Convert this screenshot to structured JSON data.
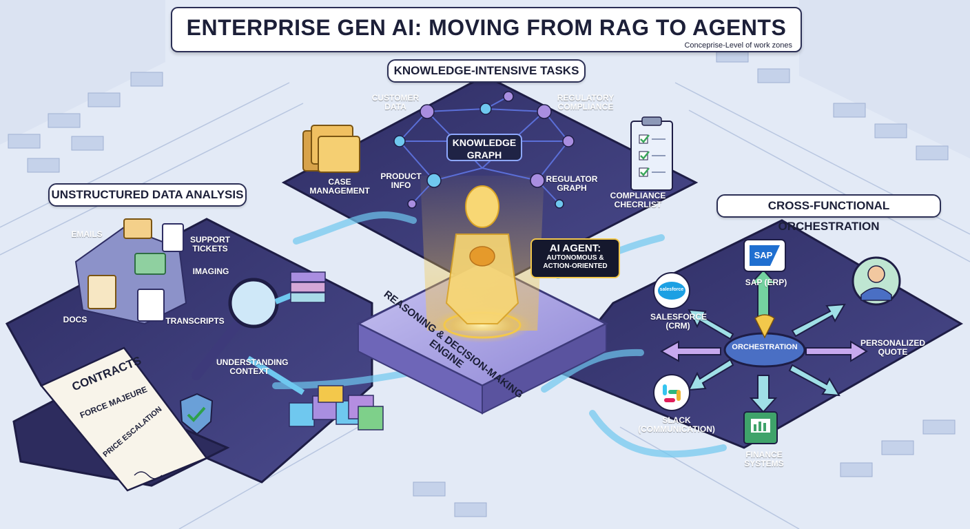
{
  "title": "ENTERPRISE GEN AI: MOVING FROM RAG TO AGENTS",
  "subtitle": "Conceprise-Level of work zones",
  "zones": {
    "knowledge": "KNOWLEDGE-INTENSIVE TASKS",
    "unstructured": "UNSTRUCTURED DATA ANALYSIS",
    "orchestration": "CROSS-FUNCTIONAL ORCHESTRATION"
  },
  "knowledge_zone": {
    "graph_label": "KNOWLEDGE GRAPH",
    "customer_data": "CUSTOMER DATA",
    "regulatory_compliance": "REGULATORY COMPLIANCE",
    "case_management": "CASE MANAGEMENT",
    "product_info": "PRODUCT INFO",
    "regulator_graph": "REGULATOR GRAPH",
    "compliance_checklist": "COMPLIANCE CHECRLIST"
  },
  "agent": {
    "title": "AI AGENT:",
    "subtitle": "AUTONOMOUS & ACTION-ORIENTED"
  },
  "engine_label": "REASONING & DECISION-MAKING ENGINE",
  "unstructured_zone": {
    "emails": "EMAILS",
    "support_tickets": "SUPPORT TICKETS",
    "imaging": "IMAGING",
    "docs": "DOCS",
    "transcripts": "TRANSCRIPTS",
    "understanding_context": "UNDERSTANDING CONTEXT",
    "contract_title": "CONTRACTS",
    "contract_clause_1": "FORCE MAJEURE",
    "contract_clause_2": "PRICE ESCALATION"
  },
  "orchestration_zone": {
    "hub": "ORCHESTRATION",
    "sap": "SAP (ERP)",
    "sap_logo": "SAP",
    "salesforce": "SALESFORCE (CRM)",
    "salesforce_logo": "salesforce",
    "personalized_quote": "PERSONALIZED QUOTE",
    "slack": "SLACK (COMMUNICATION)",
    "finance": "FINANCE SYSTEMS"
  },
  "colors": {
    "platform": "#36366f",
    "accent_gold": "#f3c84b",
    "accent_blue": "#6fc8ef",
    "accent_purple": "#a98ee0",
    "floor": "#e3eaf6"
  }
}
